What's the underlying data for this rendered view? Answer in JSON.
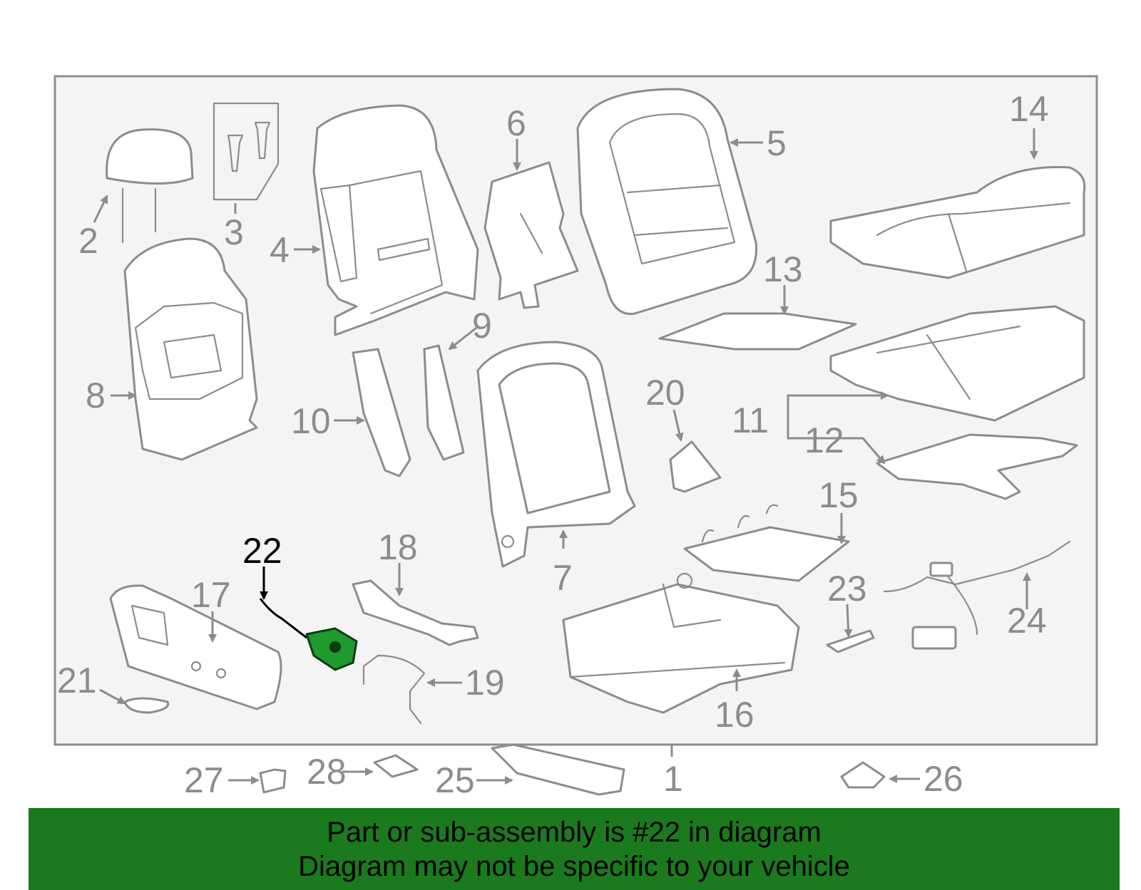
{
  "diagram": {
    "highlighted_part": "22",
    "callouts": [
      "1",
      "2",
      "3",
      "4",
      "5",
      "6",
      "7",
      "8",
      "9",
      "10",
      "11",
      "12",
      "13",
      "14",
      "15",
      "16",
      "17",
      "18",
      "19",
      "20",
      "21",
      "22",
      "23",
      "24",
      "25",
      "26",
      "27",
      "28"
    ]
  },
  "banner": {
    "line1": "Part or sub-assembly is #22 in diagram",
    "line2": "Diagram may not be specific to your vehicle",
    "color": "#1b7a1d"
  },
  "colors": {
    "highlight_part": "#1f9a2e",
    "parts_stroke": "#8c8c8c"
  }
}
